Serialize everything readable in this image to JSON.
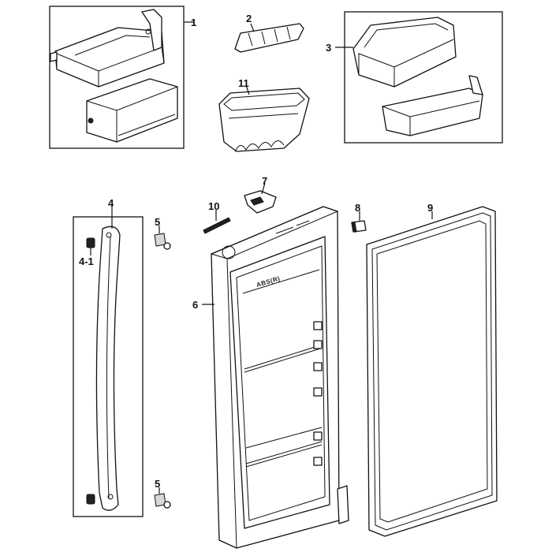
{
  "callouts": {
    "c1": "1",
    "c2": "2",
    "c3": "3",
    "c4": "4",
    "c4_1": "4-1",
    "c5_top": "5",
    "c5_bottom": "5",
    "c6": "6",
    "c7": "7",
    "c8": "8",
    "c9": "9",
    "c10": "10",
    "c11": "11"
  },
  "embossed": {
    "door_marking": "ABS(R)"
  },
  "colors": {
    "line": "#111111",
    "background": "#ffffff",
    "shading": "#d8d8d8"
  }
}
